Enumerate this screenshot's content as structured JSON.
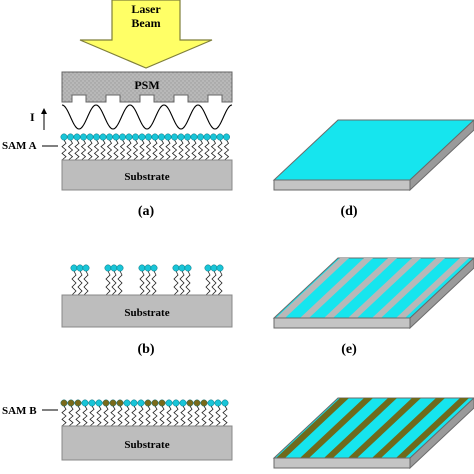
{
  "labels": {
    "laser_line1": "Laser",
    "laser_line2": "Beam",
    "psm": "PSM",
    "intensity": "I",
    "sam_a": "SAM A",
    "sam_b": "SAM B",
    "substrate": "Substrate"
  },
  "captions": {
    "a": "(a)",
    "b": "(b)",
    "d": "(d)",
    "e": "(e)"
  },
  "colors": {
    "laser": "#ffff66",
    "laser_stroke": "#7f7f3a",
    "psm": "#b3b3b3",
    "substrate": "#bdbdbd",
    "sam_a_head": "#19c5d8",
    "sam_b_head": "#7a6a1a",
    "film_cyan": "#16e5ee",
    "film_gray": "#b8b8b8",
    "film_stripe_b": "#6f6a1c"
  }
}
